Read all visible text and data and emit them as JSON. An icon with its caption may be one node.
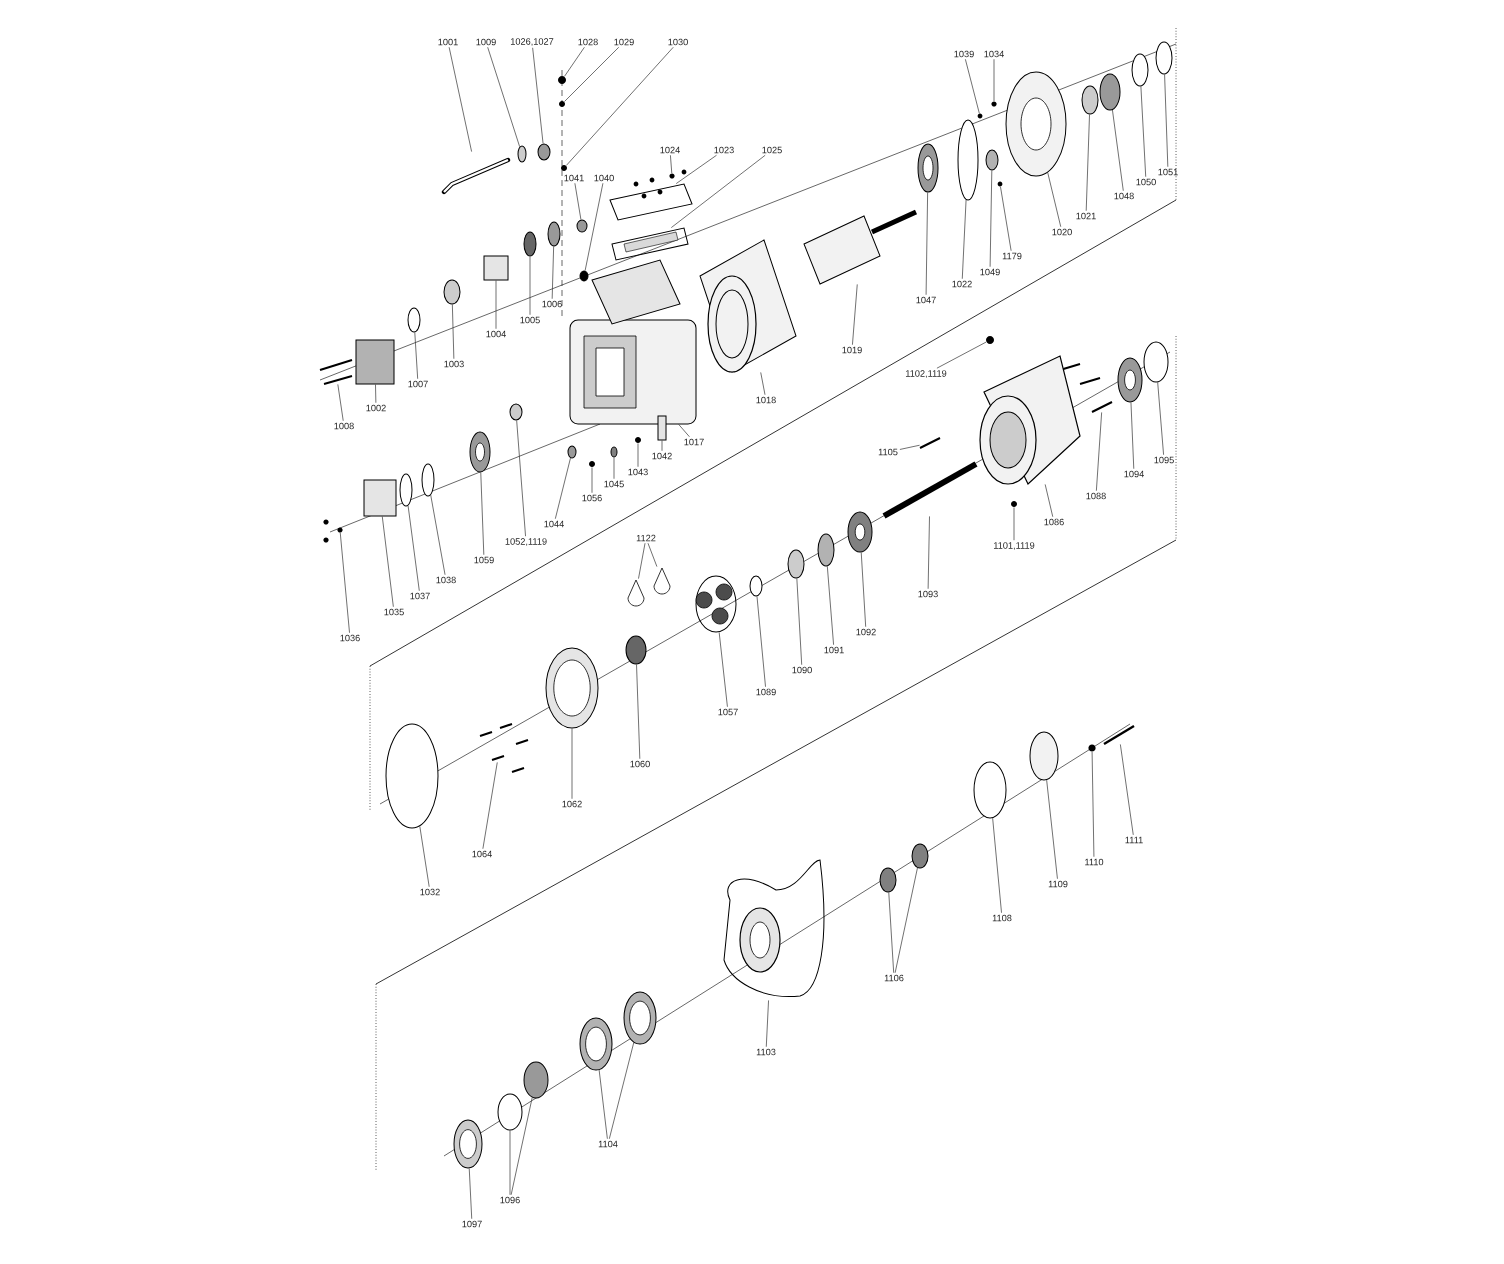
{
  "diagram": {
    "nodes": [
      {
        "text": [
          "1001"
        ]
      },
      {
        "text": [
          "1009"
        ]
      },
      {
        "text": [
          "1026,1027"
        ]
      },
      {
        "text": [
          "1028"
        ]
      },
      {
        "text": [
          "1029"
        ]
      },
      {
        "text": [
          "1030"
        ]
      },
      {
        "text": [
          "1024"
        ]
      },
      {
        "text": [
          "1023"
        ]
      },
      {
        "text": [
          "1025"
        ]
      },
      {
        "text": [
          "1041"
        ]
      },
      {
        "text": [
          "1040"
        ]
      },
      {
        "text": [
          "1039"
        ]
      },
      {
        "text": [
          "1034"
        ]
      },
      {
        "text": [
          "1008"
        ]
      },
      {
        "text": [
          "1002"
        ]
      },
      {
        "text": [
          "1007"
        ]
      },
      {
        "text": [
          "1003"
        ]
      },
      {
        "text": [
          "1004"
        ]
      },
      {
        "text": [
          "1005"
        ]
      },
      {
        "text": [
          "1006"
        ]
      },
      {
        "text": [
          "1017"
        ]
      },
      {
        "text": [
          "1018"
        ]
      },
      {
        "text": [
          "1019"
        ]
      },
      {
        "text": [
          "1047"
        ]
      },
      {
        "text": [
          "1022"
        ]
      },
      {
        "text": [
          "1049"
        ]
      },
      {
        "text": [
          "1179"
        ]
      },
      {
        "text": [
          "1020"
        ]
      },
      {
        "text": [
          "1021"
        ]
      },
      {
        "text": [
          "1048"
        ]
      },
      {
        "text": [
          "1050"
        ]
      },
      {
        "text": [
          "1051"
        ]
      },
      {
        "text": [
          "1036"
        ]
      },
      {
        "text": [
          "1035"
        ]
      },
      {
        "text": [
          "1037"
        ]
      },
      {
        "text": [
          "1038"
        ]
      },
      {
        "text": [
          "1059"
        ]
      },
      {
        "text": [
          "1052,1119"
        ]
      },
      {
        "text": [
          "1044"
        ]
      },
      {
        "text": [
          "1056"
        ]
      },
      {
        "text": [
          "1045"
        ]
      },
      {
        "text": [
          "1043"
        ]
      },
      {
        "text": [
          "1042"
        ]
      },
      {
        "text": [
          "1102,1119"
        ]
      },
      {
        "text": [
          "1105"
        ]
      },
      {
        "text": [
          "1086"
        ]
      },
      {
        "text": [
          "1101,1119"
        ]
      },
      {
        "text": [
          "1093"
        ]
      },
      {
        "text": [
          "1088"
        ]
      },
      {
        "text": [
          "1094"
        ]
      },
      {
        "text": [
          "1095"
        ]
      },
      {
        "text": [
          "1122"
        ]
      },
      {
        "text": [
          "1089"
        ]
      },
      {
        "text": [
          "1090"
        ]
      },
      {
        "text": [
          "1091"
        ]
      },
      {
        "text": [
          "1092"
        ]
      },
      {
        "text": [
          "1057"
        ]
      },
      {
        "text": [
          "1060"
        ]
      },
      {
        "text": [
          "1062"
        ]
      },
      {
        "text": [
          "1064"
        ]
      },
      {
        "text": [
          "1032"
        ]
      },
      {
        "text": [
          "1111"
        ]
      },
      {
        "text": [
          "1110"
        ]
      },
      {
        "text": [
          "1109"
        ]
      },
      {
        "text": [
          "1108"
        ]
      },
      {
        "text": [
          "1106"
        ]
      },
      {
        "text": [
          "1103"
        ]
      },
      {
        "text": [
          "1104"
        ]
      },
      {
        "text": [
          "1096"
        ]
      },
      {
        "text": [
          "1097"
        ]
      },
      {
        "text": [],
        "shape": "picture"
      },
      {
        "text": [],
        "shape": "circle"
      },
      {
        "text": [],
        "shape": "circle"
      },
      {
        "text": [],
        "shape": "circle"
      },
      {
        "text": [],
        "shape": "circle"
      },
      {
        "text": [],
        "shape": "circle"
      },
      {
        "text": [],
        "shape": "circle"
      },
      {
        "text": [],
        "shape": "picture"
      },
      {
        "text": [],
        "shape": "picture"
      },
      {
        "text": [],
        "shape": "circle"
      },
      {
        "text": [],
        "shape": "circle"
      },
      {
        "text": [],
        "shape": "circle"
      },
      {
        "text": [],
        "shape": "circle"
      },
      {
        "text": [],
        "shape": "picture"
      },
      {
        "text": [],
        "shape": "box"
      },
      {
        "text": [],
        "shape": "circle"
      },
      {
        "text": [],
        "shape": "circle"
      },
      {
        "text": [],
        "shape": "box"
      },
      {
        "text": [],
        "shape": "circle"
      },
      {
        "text": [],
        "shape": "circle"
      },
      {
        "text": [],
        "shape": "picture"
      },
      {
        "text": [],
        "shape": "picture"
      },
      {
        "text": [],
        "shape": "picture"
      },
      {
        "text": [],
        "shape": "picture"
      },
      {
        "text": [],
        "shape": "circle"
      },
      {
        "text": [],
        "shape": "circle"
      },
      {
        "text": [],
        "shape": "circle"
      },
      {
        "text": [],
        "shape": "picture"
      },
      {
        "text": [],
        "shape": "circle"
      },
      {
        "text": [],
        "shape": "circle"
      },
      {
        "text": [],
        "shape": "circle"
      },
      {
        "text": [],
        "shape": "circle"
      },
      {
        "text": [],
        "shape": "circle"
      },
      {
        "text": [],
        "shape": "box"
      },
      {
        "text": [],
        "shape": "circle"
      },
      {
        "text": [],
        "shape": "circle"
      },
      {
        "text": [],
        "shape": "picture"
      },
      {
        "text": [],
        "shape": "circle"
      },
      {
        "text": [],
        "shape": "circle"
      },
      {
        "text": [],
        "shape": "circle"
      },
      {
        "text": [],
        "shape": "circle"
      },
      {
        "text": [],
        "shape": "circle"
      },
      {
        "text": [],
        "shape": "box"
      },
      {
        "text": [],
        "shape": "circle"
      },
      {
        "text": [],
        "shape": "picture"
      },
      {
        "text": [],
        "shape": "picture"
      },
      {
        "text": [],
        "shape": "circle"
      },
      {
        "text": [],
        "shape": "picture"
      },
      {
        "text": [],
        "shape": "picture"
      },
      {
        "text": [],
        "shape": "picture"
      },
      {
        "text": [],
        "shape": "circle"
      },
      {
        "text": [],
        "shape": "picture"
      },
      {
        "text": [],
        "shape": "picture"
      },
      {
        "text": [],
        "shape": "circle"
      },
      {
        "text": [],
        "shape": "circle"
      },
      {
        "text": [],
        "shape": "circle"
      },
      {
        "text": [],
        "shape": "picture"
      },
      {
        "text": [],
        "shape": "picture"
      },
      {
        "text": [],
        "shape": "circle"
      },
      {
        "text": [],
        "shape": "picture"
      },
      {
        "text": [],
        "shape": "picture"
      },
      {
        "text": [],
        "shape": "circle"
      },
      {
        "text": [],
        "shape": "picture"
      },
      {
        "text": [],
        "shape": "circle"
      },
      {
        "text": [],
        "shape": "circle"
      },
      {
        "text": [],
        "shape": "circle"
      },
      {
        "text": [],
        "shape": "circle"
      },
      {
        "text": [],
        "shape": "circle"
      },
      {
        "text": [],
        "shape": "picture"
      },
      {
        "text": [],
        "shape": "picture"
      },
      {
        "text": [],
        "shape": "picture"
      },
      {
        "text": [],
        "shape": "circle"
      },
      {
        "text": [],
        "shape": "circle"
      },
      {
        "text": [],
        "shape": "picture"
      }
    ],
    "edges": [
      {
        "from": 0,
        "to": 70,
        "arrow": "none"
      },
      {
        "from": 1,
        "to": 71,
        "arrow": "none"
      },
      {
        "from": 2,
        "to": 72,
        "arrow": "none"
      },
      {
        "from": 3,
        "to": 73,
        "arrow": "none"
      },
      {
        "from": 4,
        "to": 74,
        "arrow": "none"
      },
      {
        "from": 5,
        "to": 75,
        "arrow": "none"
      },
      {
        "from": 6,
        "to": 76,
        "arrow": "none"
      },
      {
        "from": 7,
        "to": 77,
        "arrow": "none"
      },
      {
        "from": 8,
        "to": 78,
        "arrow": "none"
      },
      {
        "from": 9,
        "to": 79,
        "arrow": "none"
      },
      {
        "from": 10,
        "to": 80,
        "arrow": "none"
      },
      {
        "from": 11,
        "to": 81,
        "arrow": "none"
      },
      {
        "from": 12,
        "to": 82,
        "arrow": "none"
      },
      {
        "from": 13,
        "to": 83,
        "arrow": "none"
      },
      {
        "from": 14,
        "to": 84,
        "arrow": "none"
      },
      {
        "from": 15,
        "to": 85,
        "arrow": "none"
      },
      {
        "from": 16,
        "to": 86,
        "arrow": "none"
      },
      {
        "from": 17,
        "to": 87,
        "arrow": "none"
      },
      {
        "from": 18,
        "to": 88,
        "arrow": "none"
      },
      {
        "from": 19,
        "to": 89,
        "arrow": "none"
      },
      {
        "from": 20,
        "to": 90,
        "arrow": "none"
      },
      {
        "from": 21,
        "to": 91,
        "arrow": "none"
      },
      {
        "from": 22,
        "to": 92,
        "arrow": "none"
      },
      {
        "from": 23,
        "to": 93,
        "arrow": "none"
      },
      {
        "from": 24,
        "to": 94,
        "arrow": "none"
      },
      {
        "from": 25,
        "to": 95,
        "arrow": "none"
      },
      {
        "from": 26,
        "to": 96,
        "arrow": "none"
      },
      {
        "from": 27,
        "to": 97,
        "arrow": "none"
      },
      {
        "from": 28,
        "to": 98,
        "arrow": "none"
      },
      {
        "from": 29,
        "to": 99,
        "arrow": "none"
      },
      {
        "from": 30,
        "to": 100,
        "arrow": "none"
      },
      {
        "from": 31,
        "to": 101,
        "arrow": "none"
      },
      {
        "from": 32,
        "to": 102,
        "arrow": "none"
      },
      {
        "from": 33,
        "to": 103,
        "arrow": "none"
      },
      {
        "from": 34,
        "to": 104,
        "arrow": "none"
      },
      {
        "from": 35,
        "to": 105,
        "arrow": "none"
      },
      {
        "from": 36,
        "to": 106,
        "arrow": "none"
      },
      {
        "from": 37,
        "to": 107,
        "arrow": "none"
      },
      {
        "from": 38,
        "to": 108,
        "arrow": "none"
      },
      {
        "from": 39,
        "to": 109,
        "arrow": "none"
      },
      {
        "from": 40,
        "to": 110,
        "arrow": "none"
      },
      {
        "from": 41,
        "to": 111,
        "arrow": "none"
      },
      {
        "from": 42,
        "to": 112,
        "arrow": "none"
      },
      {
        "from": 43,
        "to": 113,
        "arrow": "none"
      },
      {
        "from": 44,
        "to": 114,
        "arrow": "none"
      },
      {
        "from": 45,
        "to": 115,
        "arrow": "none"
      },
      {
        "from": 46,
        "to": 116,
        "arrow": "none"
      },
      {
        "from": 47,
        "to": 117,
        "arrow": "none"
      },
      {
        "from": 48,
        "to": 118,
        "arrow": "none"
      },
      {
        "from": 49,
        "to": 119,
        "arrow": "none"
      },
      {
        "from": 50,
        "to": 120,
        "arrow": "none"
      },
      {
        "from": 51,
        "to": 121,
        "arrow": "none"
      },
      {
        "from": 51,
        "to": 122,
        "arrow": "none"
      },
      {
        "from": 52,
        "to": 123,
        "arrow": "none"
      },
      {
        "from": 53,
        "to": 124,
        "arrow": "none"
      },
      {
        "from": 54,
        "to": 125,
        "arrow": "none"
      },
      {
        "from": 55,
        "to": 126,
        "arrow": "none"
      },
      {
        "from": 56,
        "to": 127,
        "arrow": "none"
      },
      {
        "from": 57,
        "to": 128,
        "arrow": "none"
      },
      {
        "from": 58,
        "to": 129,
        "arrow": "none"
      },
      {
        "from": 59,
        "to": 130,
        "arrow": "none"
      },
      {
        "from": 60,
        "to": 131,
        "arrow": "none"
      },
      {
        "from": 61,
        "to": 132,
        "arrow": "none"
      },
      {
        "from": 62,
        "to": 133,
        "arrow": "none"
      },
      {
        "from": 63,
        "to": 134,
        "arrow": "none"
      },
      {
        "from": 64,
        "to": 135,
        "arrow": "none"
      },
      {
        "from": 65,
        "to": 136,
        "arrow": "none"
      },
      {
        "from": 65,
        "to": 137,
        "arrow": "none"
      },
      {
        "from": 66,
        "to": 138,
        "arrow": "none"
      },
      {
        "from": 67,
        "to": 139,
        "arrow": "none"
      },
      {
        "from": 67,
        "to": 140,
        "arrow": "none"
      },
      {
        "from": 68,
        "to": 141,
        "arrow": "none"
      },
      {
        "from": 68,
        "to": 142,
        "arrow": "none"
      },
      {
        "from": 69,
        "to": 143,
        "arrow": "none"
      }
    ]
  }
}
